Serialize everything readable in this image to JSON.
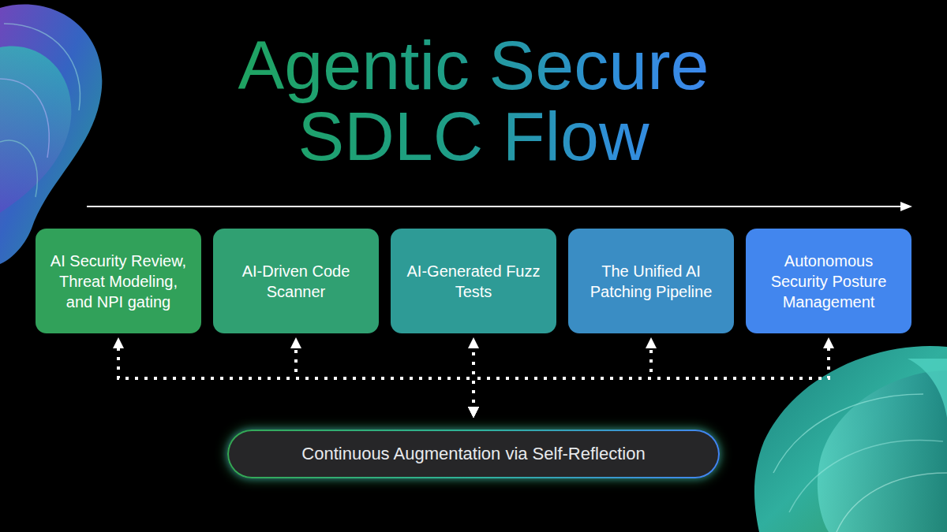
{
  "diagram": {
    "title": "Agentic Secure SDLC Flow",
    "nodes": [
      {
        "text": [
          "AI Security Review, Threat Modeling, and NPI gating"
        ]
      },
      {
        "text": [
          "AI-Driven Code Scanner"
        ]
      },
      {
        "text": [
          "AI-Generated Fuzz Tests"
        ]
      },
      {
        "text": [
          "The Unified AI Patching Pipeline"
        ]
      },
      {
        "text": [
          "Autonomous Security Posture Management"
        ]
      },
      {
        "text": [
          "Continuous Augmentation via Self-Reflection"
        ]
      }
    ],
    "edges": [
      {
        "from": 5,
        "to": 0,
        "arrow": "both"
      },
      {
        "from": 5,
        "to": 1,
        "arrow": "both"
      },
      {
        "from": 5,
        "to": 2,
        "arrow": "both"
      },
      {
        "from": 5,
        "to": 3,
        "arrow": "both"
      },
      {
        "from": 5,
        "to": 4,
        "arrow": "both"
      }
    ]
  }
}
